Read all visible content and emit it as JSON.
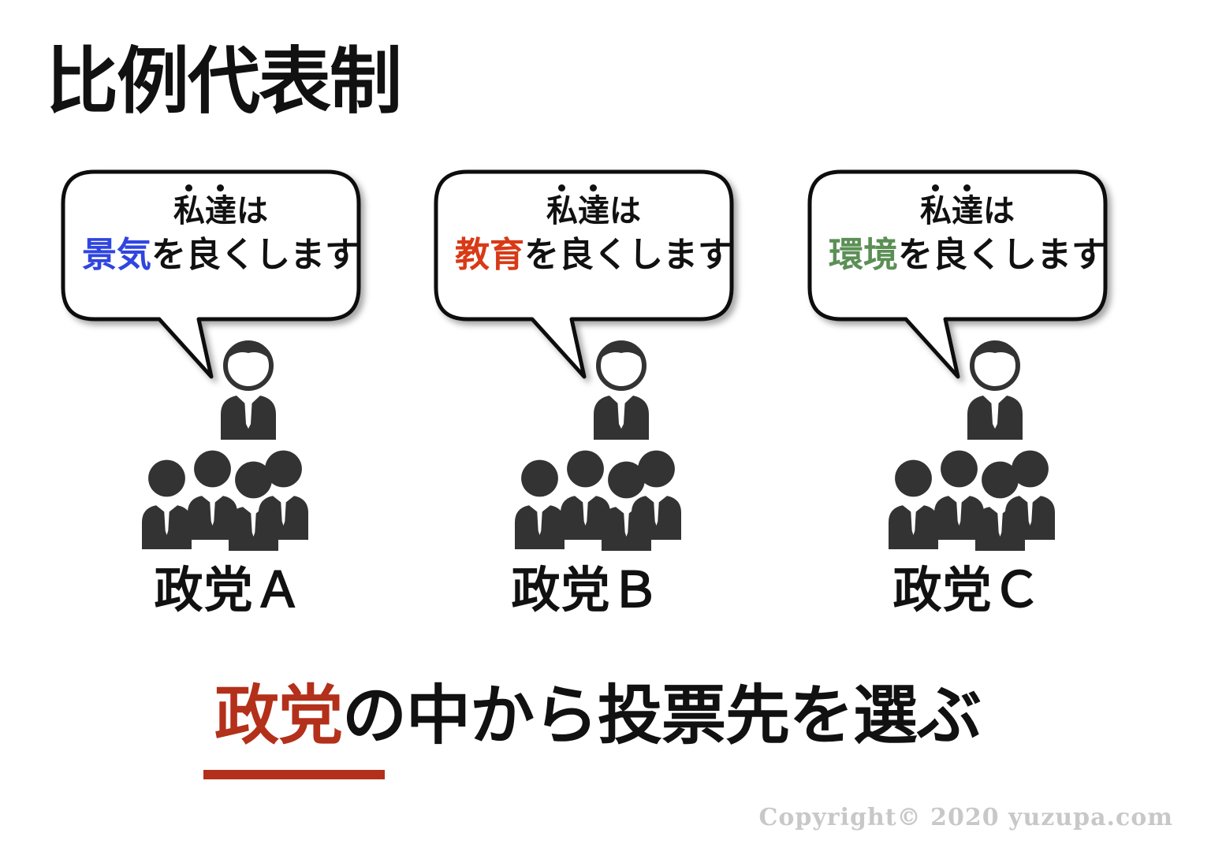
{
  "title": "比例代表制",
  "parties": [
    {
      "label": "政党Ａ",
      "speech_line1": "私達は",
      "speech_highlight": "景気",
      "speech_rest": "を良くします",
      "highlight_color": "#2f45e0"
    },
    {
      "label": "政党Ｂ",
      "speech_line1": "私達は",
      "speech_highlight": "教育",
      "speech_rest": "を良くします",
      "highlight_color": "#d83a16"
    },
    {
      "label": "政党Ｃ",
      "speech_line1": "私達は",
      "speech_highlight": "環境",
      "speech_rest": "を良くします",
      "highlight_color": "#5b8f55"
    }
  ],
  "conclusion": {
    "highlight": "政党",
    "rest": "の中から投票先を選ぶ",
    "highlight_color": "#b3301a"
  },
  "copyright": "Copyright© 2020 yuzupa.com",
  "colors": {
    "person": "#333333",
    "text": "#111111"
  }
}
